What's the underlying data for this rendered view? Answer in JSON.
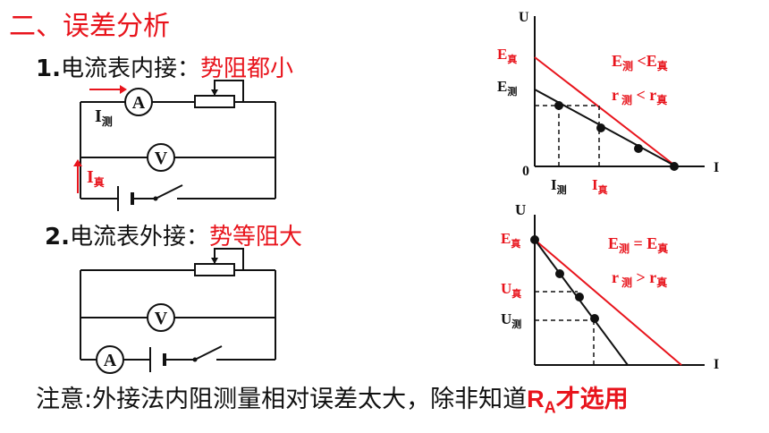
{
  "heading": "二、误差分析",
  "section1": {
    "num": "1.",
    "label": "电流表内接：",
    "conclusion": "势阻都小"
  },
  "section2": {
    "num": "2.",
    "label": "电流表外接：",
    "conclusion": "势等阻大"
  },
  "circuit_labels": {
    "ammeter": "A",
    "voltmeter": "V",
    "I_meas": "I",
    "I_meas_sub": "测",
    "I_true": "I",
    "I_true_sub": "真"
  },
  "graph1": {
    "y_axis": "U",
    "x_axis": "I",
    "origin": "0",
    "E_true": "E",
    "E_true_sub": "真",
    "E_meas": "E",
    "E_meas_sub": "测",
    "I_meas": "I",
    "I_meas_sub": "测",
    "I_true": "I",
    "I_true_sub": "真",
    "rel1": [
      "E",
      "测",
      " <E",
      "真"
    ],
    "rel2": [
      "r",
      " 测",
      " < r",
      "真"
    ]
  },
  "graph2": {
    "y_axis": "U",
    "x_axis": "I",
    "E_true": "E",
    "E_true_sub": "真",
    "U_true": "U",
    "U_true_sub": "真",
    "U_meas": "U",
    "U_meas_sub": "测",
    "rel1": [
      "E",
      "测",
      " = E",
      "真"
    ],
    "rel2": [
      "r",
      " 测",
      " > r",
      "真"
    ]
  },
  "note": {
    "prefix": "注意:外接法内阻测量相对误差太大，除非知道",
    "RA": "R",
    "RA_sub": "A",
    "suffix": "才选用"
  },
  "colors": {
    "accent": "#e8141c",
    "ink": "#111111"
  }
}
